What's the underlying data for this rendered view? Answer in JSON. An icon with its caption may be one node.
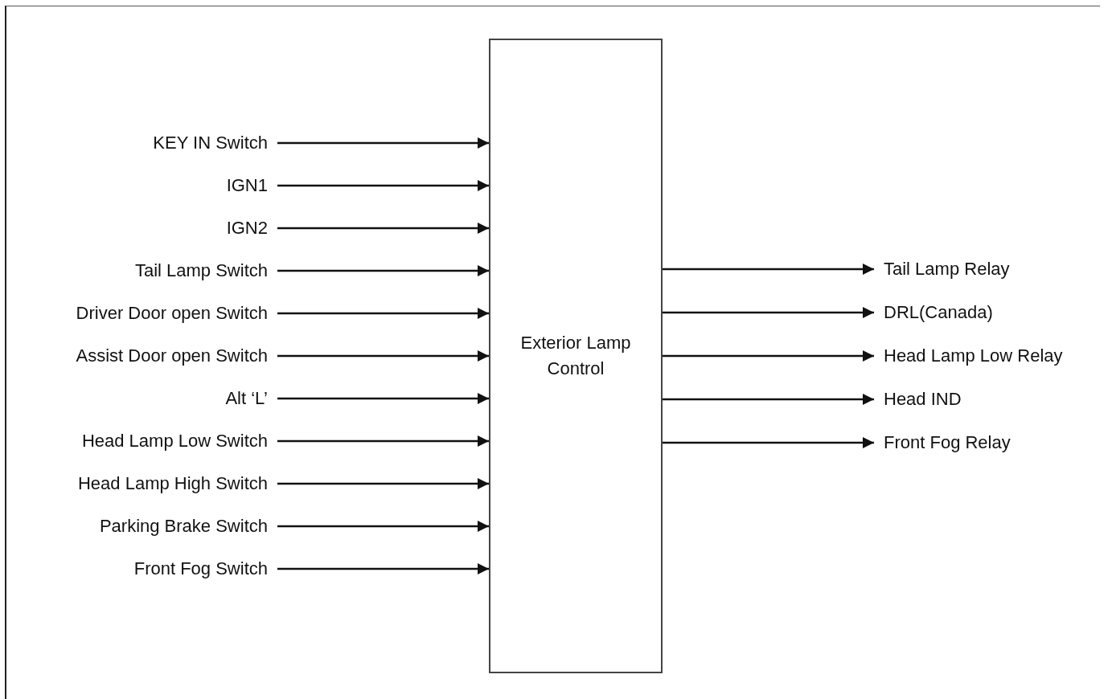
{
  "diagram": {
    "nodes": [
      {
        "text": [
          "KEY IN Switch"
        ]
      },
      {
        "text": [
          "IGN1"
        ]
      },
      {
        "text": [
          "IGN2"
        ]
      },
      {
        "text": [
          "Tail Lamp Switch"
        ]
      },
      {
        "text": [
          "Driver Door open Switch"
        ]
      },
      {
        "text": [
          "Assist Door open Switch"
        ]
      },
      {
        "text": [
          "Alt ‘L’"
        ]
      },
      {
        "text": [
          "Head Lamp Low Switch"
        ]
      },
      {
        "text": [
          "Head Lamp High Switch"
        ]
      },
      {
        "text": [
          "Parking Brake Switch"
        ]
      },
      {
        "text": [
          "Front Fog Switch"
        ]
      },
      {
        "text": [
          "Exterior Lamp Control"
        ]
      },
      {
        "text": [
          "Tail Lamp Relay"
        ]
      },
      {
        "text": [
          "DRL(Canada)"
        ]
      },
      {
        "text": [
          "Head Lamp Low Relay"
        ]
      },
      {
        "text": [
          "Head IND"
        ]
      },
      {
        "text": [
          "Front Fog Relay"
        ]
      }
    ],
    "edges": [
      {
        "from": 0,
        "to": 11,
        "arrow": "to"
      },
      {
        "from": 1,
        "to": 11,
        "arrow": "to"
      },
      {
        "from": 2,
        "to": 11,
        "arrow": "to"
      },
      {
        "from": 3,
        "to": 11,
        "arrow": "to"
      },
      {
        "from": 4,
        "to": 11,
        "arrow": "to"
      },
      {
        "from": 5,
        "to": 11,
        "arrow": "to"
      },
      {
        "from": 6,
        "to": 11,
        "arrow": "to"
      },
      {
        "from": 7,
        "to": 11,
        "arrow": "to"
      },
      {
        "from": 8,
        "to": 11,
        "arrow": "to"
      },
      {
        "from": 9,
        "to": 11,
        "arrow": "to"
      },
      {
        "from": 10,
        "to": 11,
        "arrow": "to"
      },
      {
        "from": 11,
        "to": 12,
        "arrow": "to"
      },
      {
        "from": 11,
        "to": 13,
        "arrow": "to"
      },
      {
        "from": 11,
        "to": 14,
        "arrow": "to"
      },
      {
        "from": 11,
        "to": 15,
        "arrow": "to"
      },
      {
        "from": 11,
        "to": 16,
        "arrow": "to"
      }
    ]
  }
}
